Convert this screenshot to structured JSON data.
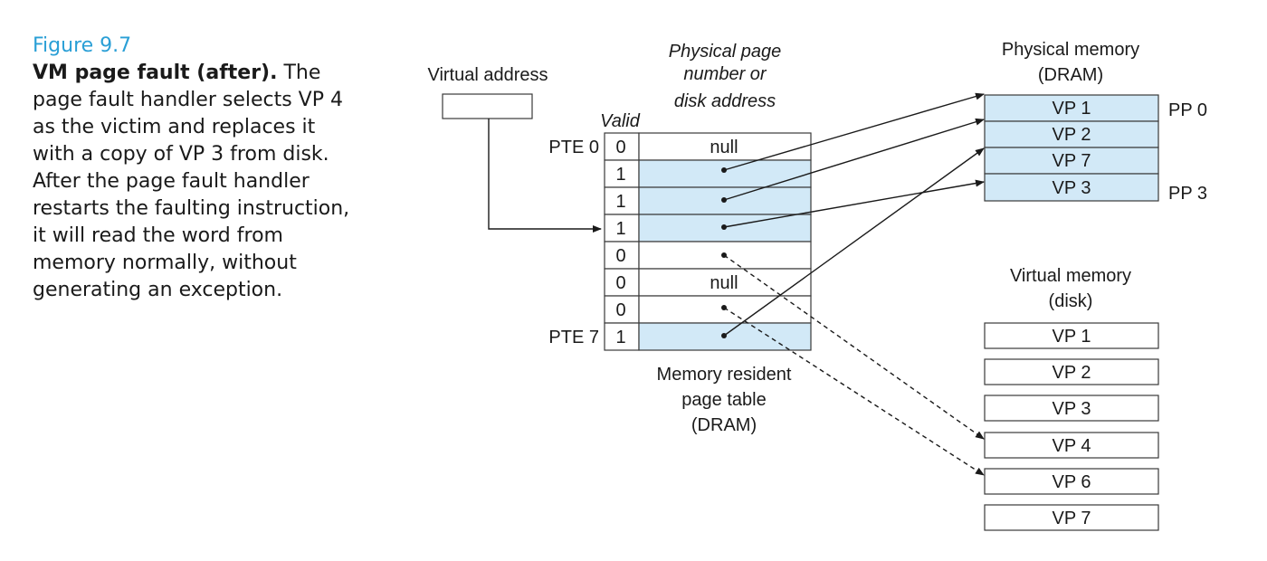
{
  "caption": {
    "figure_label": "Figure 9.7",
    "title": "VM page fault (after).",
    "body": "The page fault handler selects VP 4 as the victim and replaces it with a copy of VP 3 from disk. After the page fault handler restarts the faulting instruction, it will read the word from memory normally, without generating an exception."
  },
  "virtual_address": {
    "label": "Virtual address"
  },
  "page_table": {
    "header_line1": "Physical page",
    "header_line2": "number or",
    "header_line3": "disk address",
    "valid_label": "Valid",
    "footer_line1": "Memory resident",
    "footer_line2": "page table",
    "footer_line3": "(DRAM)",
    "rows": [
      {
        "label": "PTE 0",
        "valid": "0",
        "content": "null"
      },
      {
        "label": "",
        "valid": "1",
        "content": ""
      },
      {
        "label": "",
        "valid": "1",
        "content": ""
      },
      {
        "label": "",
        "valid": "1",
        "content": ""
      },
      {
        "label": "",
        "valid": "0",
        "content": ""
      },
      {
        "label": "",
        "valid": "0",
        "content": "null"
      },
      {
        "label": "",
        "valid": "0",
        "content": ""
      },
      {
        "label": "PTE 7",
        "valid": "1",
        "content": ""
      }
    ]
  },
  "physical_memory": {
    "title_line1": "Physical memory",
    "title_line2": "(DRAM)",
    "pages": [
      "VP 1",
      "VP 2",
      "VP 7",
      "VP 3"
    ],
    "pp_first": "PP 0",
    "pp_last": "PP 3"
  },
  "virtual_memory": {
    "title_line1": "Virtual memory",
    "title_line2": "(disk)",
    "pages": [
      "VP 1",
      "VP 2",
      "VP 3",
      "VP 4",
      "VP 6",
      "VP 7"
    ]
  },
  "colors": {
    "caption_label": "#2a9fd6",
    "resident_fill": "#d2e9f7",
    "text": "#1a1a1a"
  }
}
